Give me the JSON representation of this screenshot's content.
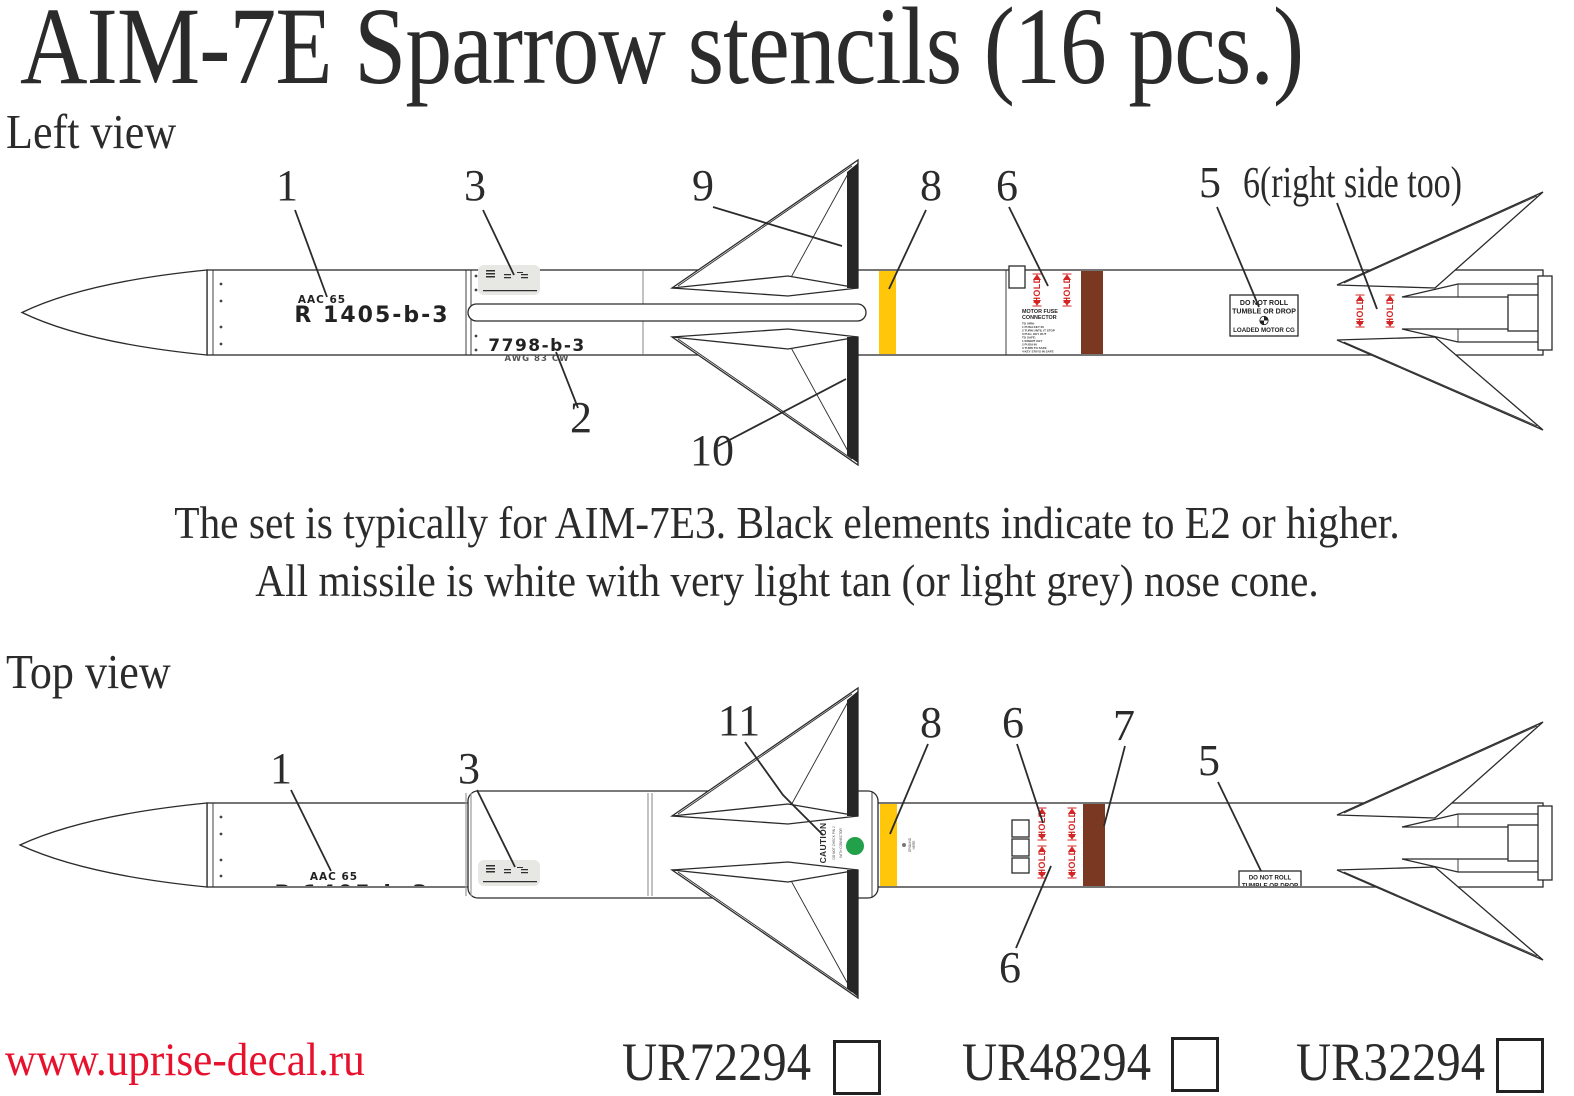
{
  "title": "AIM-7E Sparrow stencils (16 pcs.)",
  "left_view": {
    "label": "Left view",
    "callouts": {
      "n1": "1",
      "n2": "2",
      "n3": "3",
      "n5": "5",
      "n6": "6",
      "n6r": "6(right side too)",
      "n8": "8",
      "n9": "9",
      "n10": "10"
    }
  },
  "top_view": {
    "label": "Top view",
    "callouts": {
      "n1": "1",
      "n3": "3",
      "n5": "5",
      "n6": "6",
      "n6b": "6",
      "n7": "7",
      "n8": "8",
      "n11": "11"
    }
  },
  "note": {
    "line1": "The set is typically for AIM-7E3. Black elements indicate to E2 or higher.",
    "line2": "All missile is white with very light tan (or light grey) nose cone."
  },
  "stencils": {
    "aac_65": "AAC  65",
    "r_1405": "R 1405-b-3",
    "s_7798": "7798-b-3",
    "awg": "AWG  83  CW",
    "hold": "HOLD",
    "motor_fuse": [
      "MOTOR FUSE",
      "CONNECTOR",
      "TO ARM:",
      "1 PUSH KEY IN",
      "2 TURN UNTIL IT STOP",
      "3 PULL KEY OUT",
      "TO SAFE:",
      "1 INSERT KEY",
      "2 PUSH IN",
      "3 TURN TO SAFE",
      "4 KEY STAYS IN   SAFE"
    ],
    "do_not_roll": [
      "DO NOT ROLL",
      "TUMBLE OR DROP",
      "LOADED MOTOR CG"
    ],
    "caution": "CAUTION",
    "caution_small": [
      "DO NOT CHECK PIN J",
      "WITH CONNECTOR"
    ],
    "ground": [
      "GROUND",
      "HERE"
    ]
  },
  "footer": {
    "website": "www.uprise-decal.ru",
    "products": [
      "UR72294",
      "UR48294",
      "UR32294"
    ]
  },
  "colors": {
    "yellow_band": "#FFC60A",
    "brown_band": "#7A3822",
    "hold_red": "#D42424",
    "green_dot": "#22A04A",
    "nose_cone": "#EBEBE3",
    "website_red": "#E8112D",
    "black_element": "#262626"
  }
}
